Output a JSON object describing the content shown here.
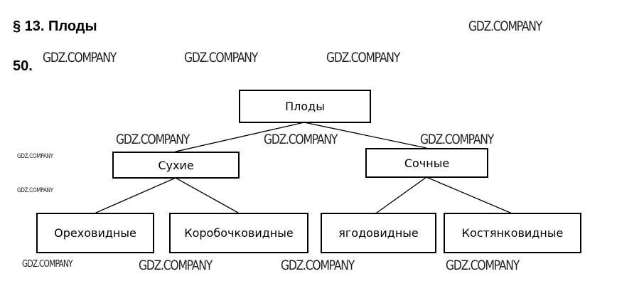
{
  "heading": "§ 13. Плоды",
  "task_number": "50.",
  "diagram": {
    "root": "Плоды",
    "level1": [
      "Сухие",
      "Сочные"
    ],
    "level2": [
      "Ореховидные",
      "Коробочковидные",
      "ягодовидные",
      "Костянковидные"
    ]
  },
  "watermark": "GDZ.COMPANY"
}
